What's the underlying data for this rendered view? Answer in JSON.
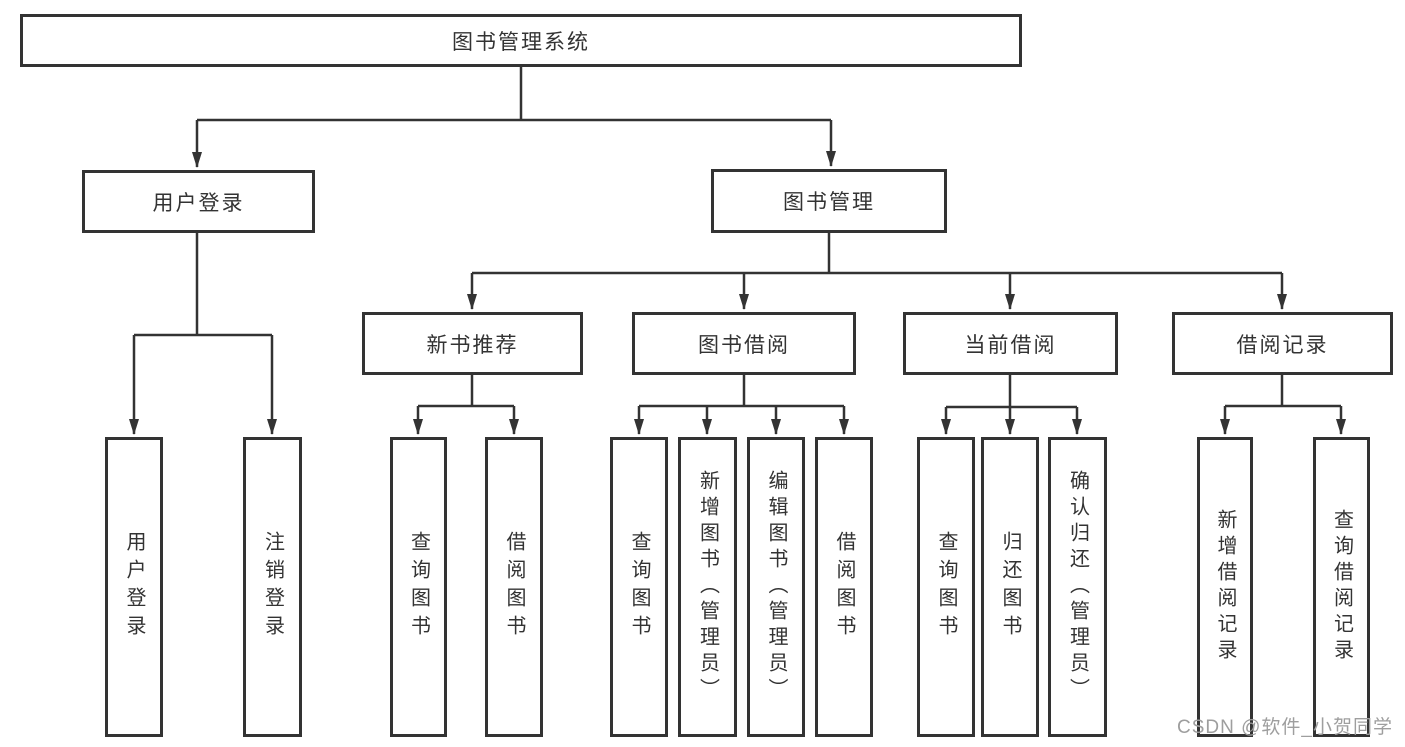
{
  "diagram": {
    "root": {
      "label": "图书管理系统"
    },
    "branches": [
      {
        "label": "用户登录",
        "children": [
          {
            "label": "用户登录"
          },
          {
            "label": "注销登录"
          }
        ]
      },
      {
        "label": "图书管理",
        "children": [
          {
            "label": "新书推荐",
            "children": [
              {
                "label": "查询图书"
              },
              {
                "label": "借阅图书"
              }
            ]
          },
          {
            "label": "图书借阅",
            "children": [
              {
                "label": "查询图书"
              },
              {
                "label": "新增图书（管理员）"
              },
              {
                "label": "编辑图书（管理员）"
              },
              {
                "label": "借阅图书"
              }
            ]
          },
          {
            "label": "当前借阅",
            "children": [
              {
                "label": "查询图书"
              },
              {
                "label": "归还图书"
              },
              {
                "label": "确认归还（管理员）"
              }
            ]
          },
          {
            "label": "借阅记录",
            "children": [
              {
                "label": "新增借阅记录"
              },
              {
                "label": "查询借阅记录"
              }
            ]
          }
        ]
      }
    ]
  },
  "watermark": {
    "text": "CSDN @软件_小贺同学"
  },
  "colors": {
    "line": "#333333",
    "box_border": "#333333",
    "text": "#333333",
    "watermark": "#9e9e9e",
    "background": "#ffffff"
  }
}
